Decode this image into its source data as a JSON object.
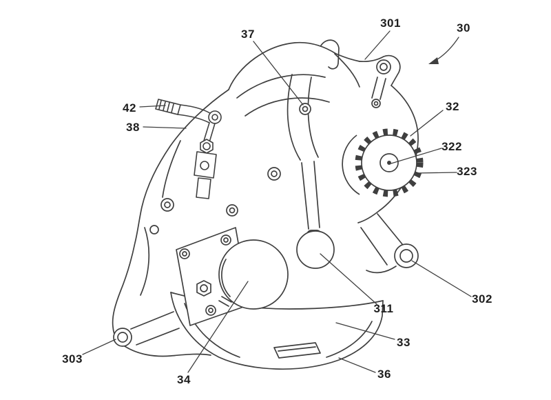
{
  "figure": {
    "background_color": "#ffffff",
    "line_color": "#3f3f3f",
    "label_color": "#1e1e1e",
    "labels": [
      {
        "text": "37"
      },
      {
        "text": "301"
      },
      {
        "text": "30"
      },
      {
        "text": "42"
      },
      {
        "text": "38"
      },
      {
        "text": "32"
      },
      {
        "text": "322"
      },
      {
        "text": "323"
      },
      {
        "text": "302"
      },
      {
        "text": "311"
      },
      {
        "text": "33"
      },
      {
        "text": "303"
      },
      {
        "text": "34"
      },
      {
        "text": "36"
      }
    ]
  }
}
